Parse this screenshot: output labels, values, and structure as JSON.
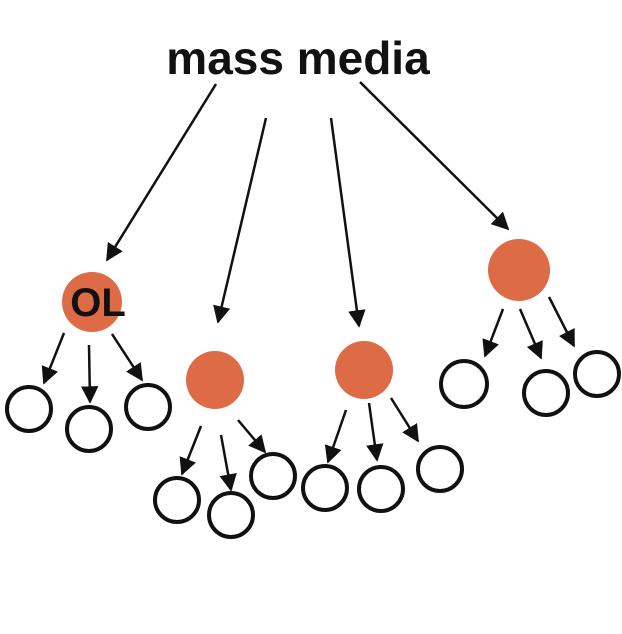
{
  "title": "mass media",
  "colors": {
    "opinion_leader_fill": "#dd6b45",
    "line": "#111111",
    "follower_fill": "#ffffff"
  },
  "opinion_leaders": [
    {
      "label": "OL",
      "followers": 3
    },
    {
      "label": "",
      "followers": 3
    },
    {
      "label": "",
      "followers": 3
    },
    {
      "label": "",
      "followers": 3
    }
  ]
}
